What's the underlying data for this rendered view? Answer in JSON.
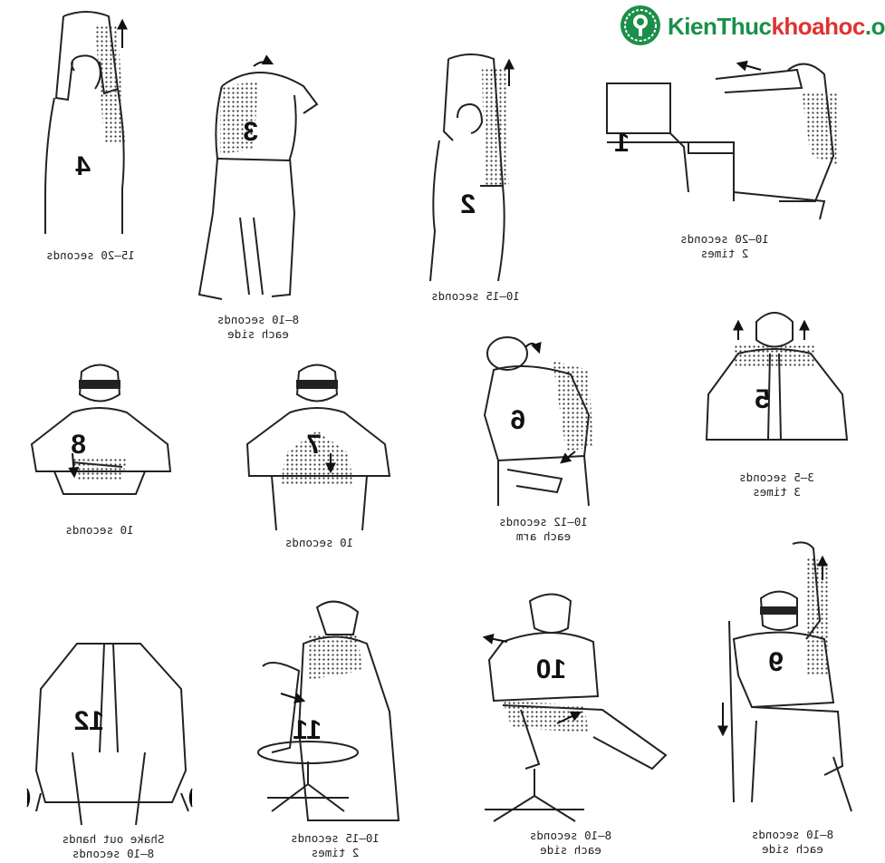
{
  "brand": {
    "part1": "Kien",
    "part2": "Thuc",
    "part3": "khoahoc",
    "part4": ".org",
    "colors": {
      "green": "#1a8f4a",
      "red": "#e0322f"
    }
  },
  "exercises": [
    {
      "number": "4",
      "line1": "15–20 seconds",
      "line2": ""
    },
    {
      "number": "3",
      "line1": "8–10 seconds",
      "line2": "each side"
    },
    {
      "number": "2",
      "line1": "10–15 seconds",
      "line2": ""
    },
    {
      "number": "1",
      "line1": "10–20 seconds",
      "line2": "2 times"
    },
    {
      "number": "8",
      "line1": "10 seconds",
      "line2": ""
    },
    {
      "number": "7",
      "line1": "10 seconds",
      "line2": ""
    },
    {
      "number": "6",
      "line1": "10–12 seconds",
      "line2": "each arm"
    },
    {
      "number": "5",
      "line1": "3–5 seconds",
      "line2": "3 times"
    },
    {
      "number": "12",
      "line1": "Shake out hands",
      "line2": "8–10 seconds"
    },
    {
      "number": "11",
      "line1": "10–15 seconds",
      "line2": "2 times"
    },
    {
      "number": "10",
      "line1": "8–10 seconds",
      "line2": "each side"
    },
    {
      "number": "9",
      "line1": "8–10 seconds",
      "line2": "each side"
    }
  ]
}
